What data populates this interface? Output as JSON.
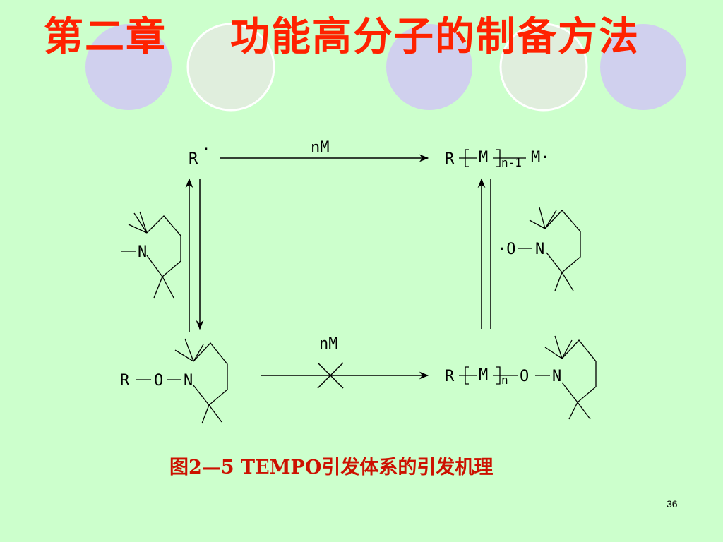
{
  "slide": {
    "title_part1": "第二章",
    "title_part2": "功能高分子的制备方法",
    "caption": "图2—5  TEMPO引发体系的引发机理",
    "page_number": "36"
  },
  "colors": {
    "background": "#ccffcc",
    "title": "#ff2200",
    "caption": "#cc1100",
    "circle_fill": "#d0d0ee"
  },
  "scheme": {
    "top_left": "R",
    "radical_dot": "·",
    "top_arrow_label": "nM",
    "top_right_R": "R",
    "top_right_M": "M",
    "top_right_sub": "n-1",
    "top_right_end": "M·",
    "right_reagent_O": "·O",
    "right_reagent_N": "N",
    "left_reagent_N": "N",
    "bottom_left_R": "R",
    "bottom_left_O": "O",
    "bottom_left_N": "N",
    "bottom_arrow_label": "nM",
    "bottom_right_R": "R",
    "bottom_right_M": "M",
    "bottom_right_sub": "n",
    "bottom_right_O": "O",
    "bottom_right_N": "N"
  }
}
